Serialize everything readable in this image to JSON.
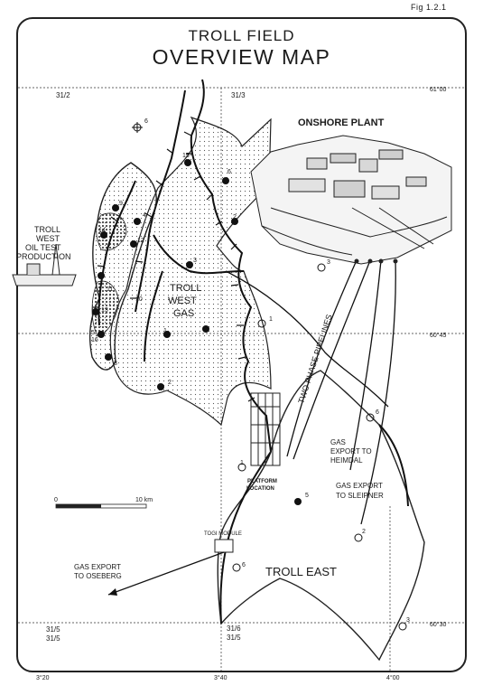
{
  "figure_ref": "Fig 1.2.1",
  "title_line1": "TROLL FIELD",
  "title_line2": "OVERVIEW MAP",
  "grid": {
    "blocks": [
      "31/2",
      "31/3",
      "31/5",
      "31/6",
      "31/5",
      "31/5"
    ],
    "lat_labels": [
      "61°00",
      "60°45",
      "60°30"
    ],
    "lon_labels": [
      "3°20",
      "3°40",
      "4°00"
    ]
  },
  "labels": {
    "onshore_plant": "ONSHORE PLANT",
    "troll_west_oil_test": [
      "TROLL",
      "WEST",
      "OIL TEST",
      "PRODUCTION"
    ],
    "troll_west_gas": [
      "TROLL",
      "WEST",
      "GAS"
    ],
    "two_phase_pipelines": "TWO PHASE PIPELINES",
    "gas_export_heimdal": [
      "GAS",
      "EXPORT TO",
      "HEIMDAL"
    ],
    "gas_export_sleipner": [
      "GAS EXPORT",
      "TO SLEIPNER"
    ],
    "platform_location": [
      "PLATFORM",
      "LOCATION"
    ],
    "togi_module": "TOGI MODULE",
    "gas_export_oseberg": [
      "GAS EXPORT",
      "TO OSEBERG"
    ],
    "troll_east": "TROLL EAST",
    "scale_zero": "0",
    "scale_ten": "10 km"
  },
  "wells": [
    {
      "num": "1"
    },
    {
      "num": "2"
    },
    {
      "num": "3"
    },
    {
      "num": "4"
    },
    {
      "num": "5"
    },
    {
      "num": "6"
    },
    {
      "num": "9"
    },
    {
      "num": "10"
    },
    {
      "num": "11"
    },
    {
      "num": "12"
    },
    {
      "num": "13"
    },
    {
      "num": "14"
    },
    {
      "num": "15"
    },
    {
      "num": "16"
    }
  ]
}
